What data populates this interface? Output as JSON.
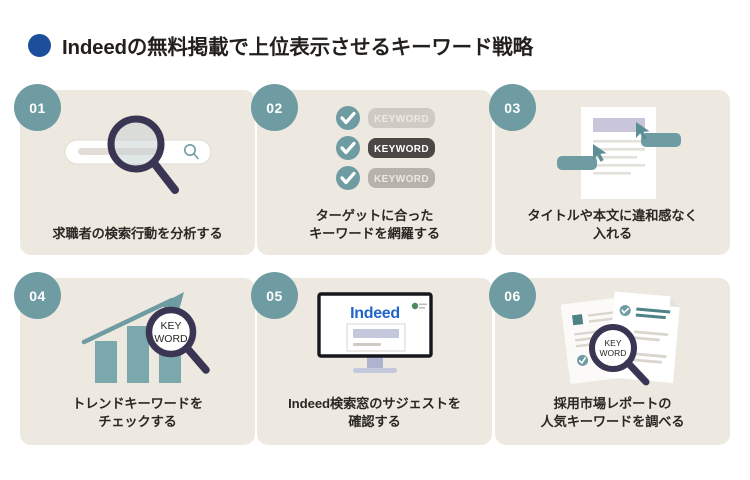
{
  "header": {
    "bullet_color": "#1D4E9C",
    "title": "Indeedの無料掲載で上位表示させるキーワード戦略"
  },
  "theme": {
    "page_background": "#FFFFFF",
    "card_background": "#EDE9E0",
    "badge_color": "#6E9CA2",
    "teal": "#6E9CA2",
    "dark_navy": "#3A3553",
    "text_color": "#2B2724",
    "indeed_blue": "#2164C8"
  },
  "cards": [
    {
      "number": "01",
      "icon": "search-bar-magnifier-icon",
      "caption_lines": [
        "求職者の検索行動を分析する"
      ]
    },
    {
      "number": "02",
      "icon": "keyword-checklist-icon",
      "keyword_pills": [
        {
          "label": "KEYWORD",
          "fill": "#CFCBC4",
          "text": "#EDE9E0"
        },
        {
          "label": "KEYWORD",
          "fill": "#4A4744",
          "text": "#FFFFFF"
        },
        {
          "label": "KEYWORD",
          "fill": "#B7B2AA",
          "text": "#EDE9E0"
        }
      ],
      "caption_lines": [
        "ターゲットに合った",
        "キーワードを網羅する"
      ]
    },
    {
      "number": "03",
      "icon": "document-cursor-tag-icon",
      "caption_lines": [
        "タイトルや本文に違和感なく",
        "入れる"
      ]
    },
    {
      "number": "04",
      "icon": "trend-bar-chart-magnifier-icon",
      "magnifier_label_lines": [
        "KEY",
        "WORD"
      ],
      "caption_lines": [
        "トレンドキーワードを",
        "チェックする"
      ]
    },
    {
      "number": "05",
      "icon": "monitor-indeed-suggest-icon",
      "screen_brand": "Indeed",
      "caption_lines": [
        "Indeed検索窓のサジェストを",
        "確認する"
      ]
    },
    {
      "number": "06",
      "icon": "reports-magnifier-icon",
      "magnifier_label_lines": [
        "KEY",
        "WORD"
      ],
      "caption_lines": [
        "採用市場レポートの",
        "人気キーワードを調べる"
      ]
    }
  ]
}
